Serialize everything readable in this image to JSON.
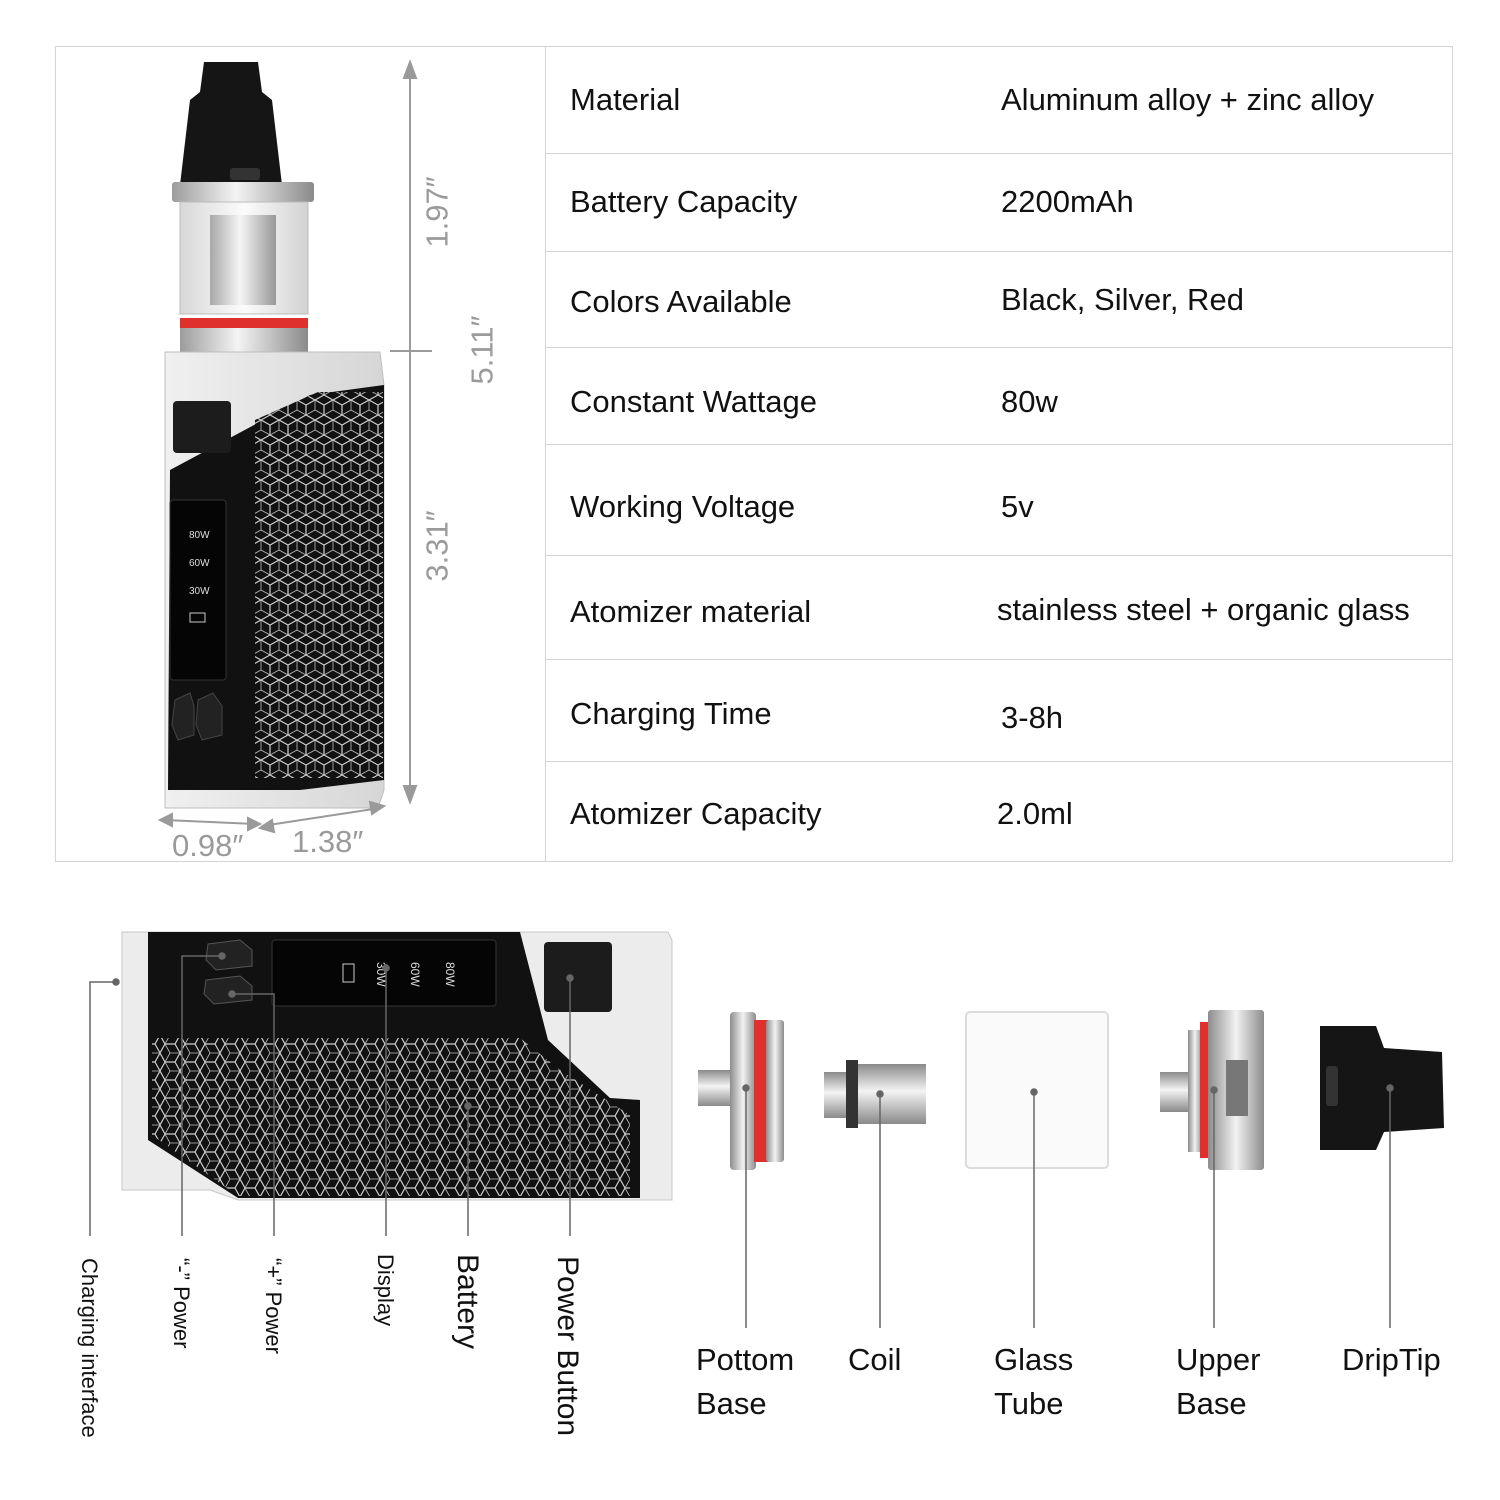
{
  "specs": [
    {
      "label": "Material",
      "value": "Aluminum alloy + zinc alloy"
    },
    {
      "label": "Battery Capacity",
      "value": "2200mAh"
    },
    {
      "label": "Colors Available",
      "value": "Black, Silver, Red"
    },
    {
      "label": "Constant Wattage",
      "value": "80w"
    },
    {
      "label": "Working Voltage",
      "value": "5v"
    },
    {
      "label": "Atomizer material",
      "value": "stainless steel + organic glass"
    },
    {
      "label": "Charging Time",
      "value": "3-8h"
    },
    {
      "label": "Atomizer Capacity",
      "value": "2.0ml"
    }
  ],
  "dimensions": {
    "total_height": "5.11″",
    "tank_height": "1.97″",
    "box_height": "3.31″",
    "depth": "0.98″",
    "width": "1.38″"
  },
  "screen_levels": [
    "80W",
    "60W",
    "30W"
  ],
  "mod_callouts": [
    "Charging interface",
    "“-” Power",
    "“+” Power",
    "Display",
    "Battery",
    "Power Button"
  ],
  "parts": [
    {
      "line1": "Pottom",
      "line2": "Base"
    },
    {
      "line1": "Coil",
      "line2": ""
    },
    {
      "line1": "Glass",
      "line2": "Tube"
    },
    {
      "line1": "Upper",
      "line2": "Base"
    },
    {
      "line1": "DripTip",
      "line2": ""
    }
  ],
  "colors": {
    "accent_red": "#e0302e",
    "body_black": "#141414",
    "silver": "#e3e3e3"
  }
}
